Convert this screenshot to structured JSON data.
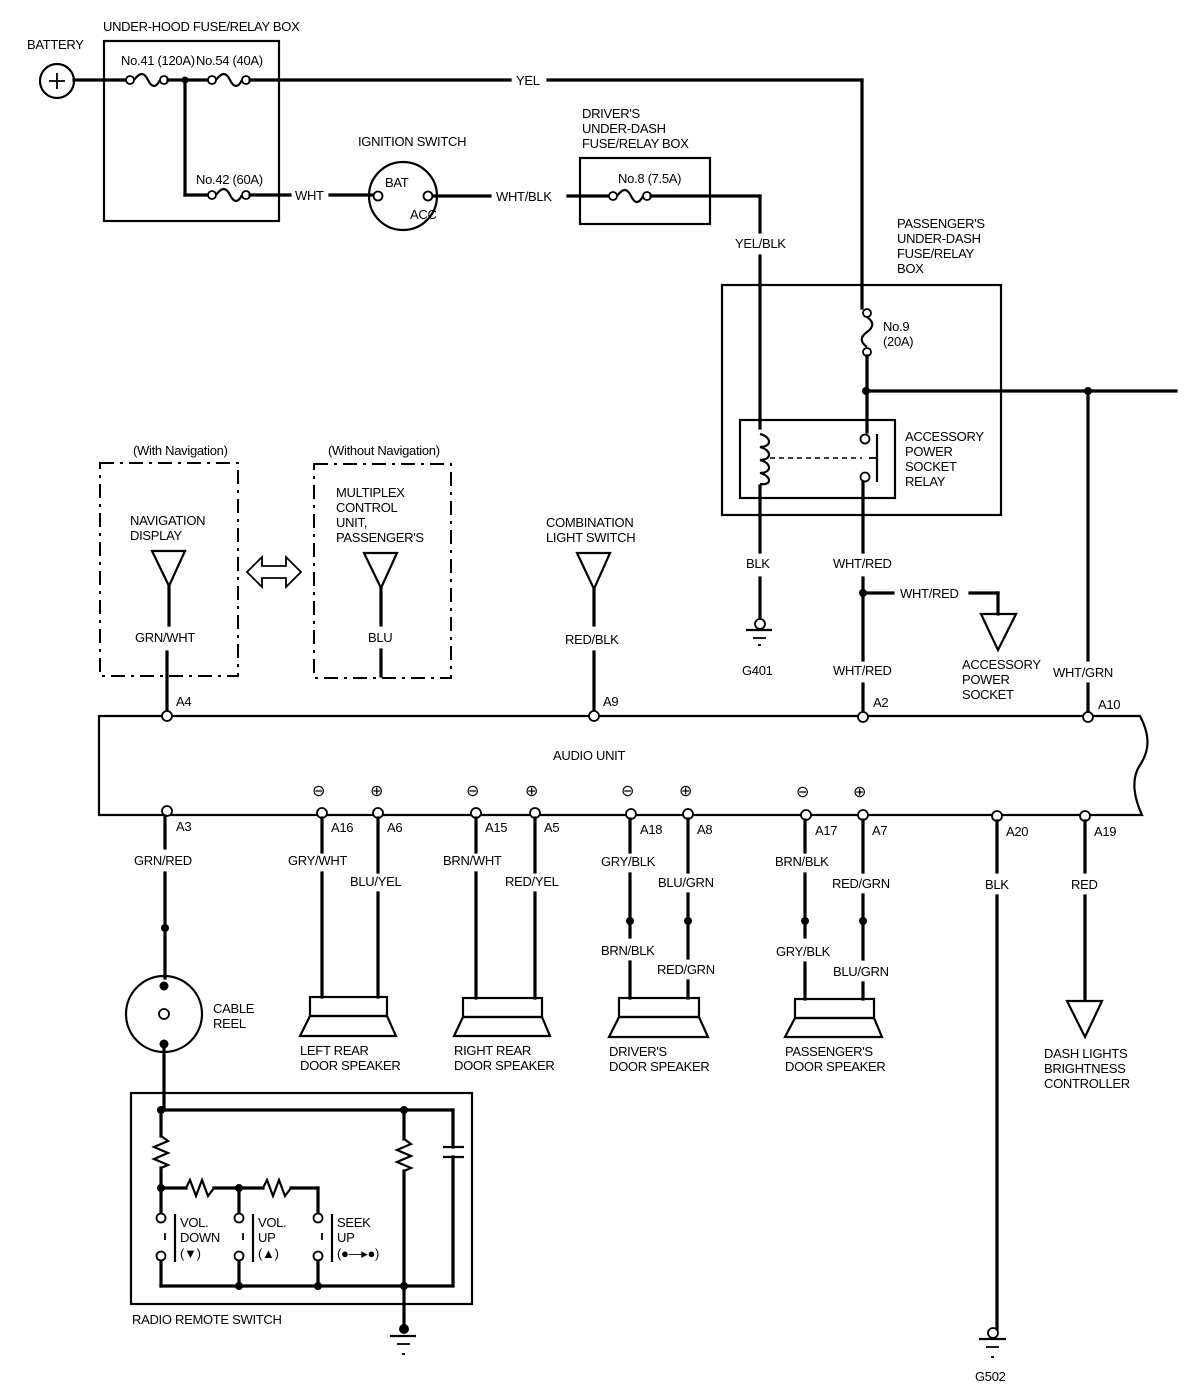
{
  "title": "Audio Unit Wiring Diagram",
  "power": {
    "battery": "BATTERY",
    "underhood_box": "UNDER-HOOD FUSE/RELAY BOX",
    "fuse41": "No.41 (120A)",
    "fuse54": "No.54 (40A)",
    "fuse42": "No.42 (60A)",
    "wire_yel": "YEL",
    "wire_wht": "WHT",
    "wire_whtblk": "WHT/BLK",
    "ignition": "IGNITION SWITCH",
    "ign_bat": "BAT",
    "ign_acc": "ACC",
    "driver_box_1": "DRIVER'S",
    "driver_box_2": "UNDER-DASH",
    "driver_box_3": "FUSE/RELAY BOX",
    "fuse8": "No.8 (7.5A)",
    "wire_yelblk": "YEL/BLK",
    "pass_box_1": "PASSENGER'S",
    "pass_box_2": "UNDER-DASH",
    "pass_box_3": "FUSE/RELAY",
    "pass_box_4": "BOX",
    "fuse9_1": "No.9",
    "fuse9_2": "(20A)",
    "relay_1": "ACCESSORY",
    "relay_2": "POWER",
    "relay_3": "SOCKET",
    "relay_4": "RELAY",
    "wire_blk": "BLK",
    "ground_g401": "G401",
    "wire_whtred_1": "WHT/RED",
    "wire_whtred_2": "WHT/RED",
    "wire_whtred_3": "WHT/RED",
    "socket_1": "ACCESSORY",
    "socket_2": "POWER",
    "socket_3": "SOCKET",
    "wire_whtgrn": "WHT/GRN"
  },
  "inputs": {
    "with_nav": "(With Navigation)",
    "nav_1": "NAVIGATION",
    "nav_2": "DISPLAY",
    "wire_grnwht": "GRN/WHT",
    "without_nav": "(Without Navigation)",
    "mpcu_1": "MULTIPLEX",
    "mpcu_2": "CONTROL",
    "mpcu_3": "UNIT,",
    "mpcu_4": "PASSENGER'S",
    "wire_blu": "BLU",
    "combo_1": "COMBINATION",
    "combo_2": "LIGHT SWITCH",
    "wire_redblk": "RED/BLK"
  },
  "audio_unit": {
    "label": "AUDIO UNIT",
    "top_pins": [
      "A4",
      "A9",
      "A2",
      "A10"
    ],
    "bottom_pins": [
      "A3",
      "A16",
      "A6",
      "A15",
      "A5",
      "A18",
      "A8",
      "A17",
      "A7",
      "A20",
      "A19"
    ],
    "minus": "⊖",
    "plus": "⊕"
  },
  "outputs": {
    "wire_grnred": "GRN/RED",
    "cable_reel_1": "CABLE",
    "cable_reel_2": "REEL",
    "lr_neg": "GRY/WHT",
    "lr_pos": "BLU/YEL",
    "lr_1": "LEFT REAR",
    "lr_2": "DOOR SPEAKER",
    "rr_neg": "BRN/WHT",
    "rr_pos": "RED/YEL",
    "rr_1": "RIGHT REAR",
    "rr_2": "DOOR SPEAKER",
    "dr_neg_a": "GRY/BLK",
    "dr_pos_a": "BLU/GRN",
    "dr_neg_b": "BRN/BLK",
    "dr_pos_b": "RED/GRN",
    "dr_1": "DRIVER'S",
    "dr_2": "DOOR SPEAKER",
    "ps_neg_a": "BRN/BLK",
    "ps_pos_a": "RED/GRN",
    "ps_neg_b": "GRY/BLK",
    "ps_pos_b": "BLU/GRN",
    "ps_1": "PASSENGER'S",
    "ps_2": "DOOR SPEAKER",
    "wire_blk": "BLK",
    "ground_g502": "G502",
    "wire_red": "RED",
    "dash_1": "DASH LIGHTS",
    "dash_2": "BRIGHTNESS",
    "dash_3": "CONTROLLER"
  },
  "remote_switch": {
    "label": "RADIO REMOTE SWITCH",
    "vol_down_1": "VOL.",
    "vol_down_2": "DOWN",
    "vol_down_3": "(▼)",
    "vol_up_1": "VOL.",
    "vol_up_2": "UP",
    "vol_up_3": "(▲)",
    "seek_1": "SEEK",
    "seek_2": "UP",
    "seek_3": "(●—▸●)"
  }
}
